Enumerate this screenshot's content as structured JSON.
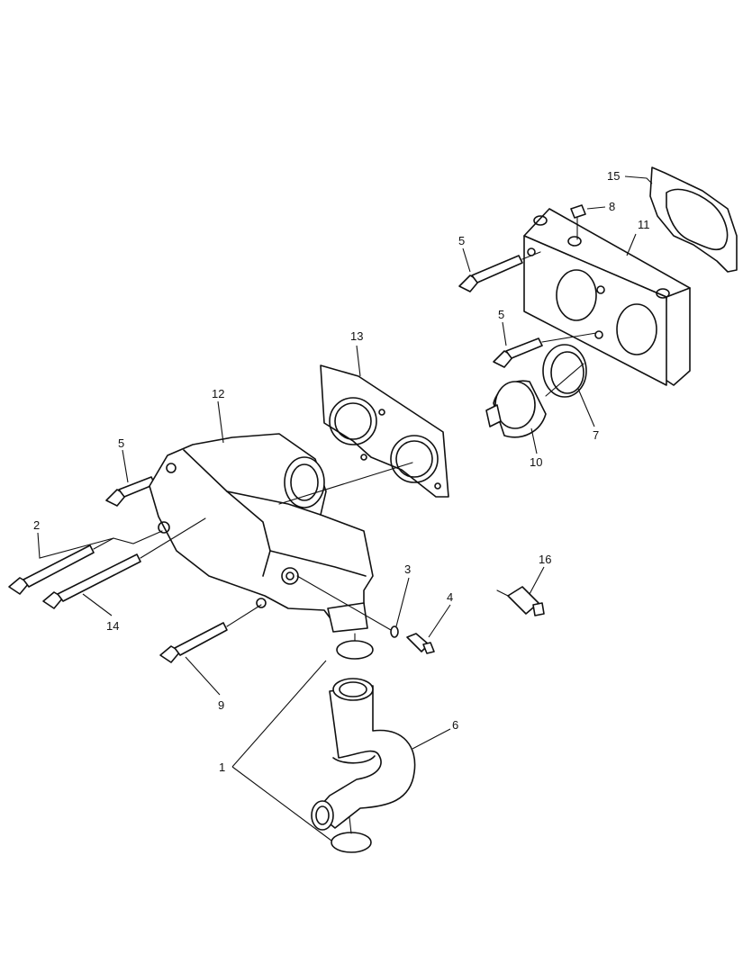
{
  "diagram": {
    "callouts": {
      "c1": "1",
      "c2": "2",
      "c3": "3",
      "c4": "4",
      "c5a": "5",
      "c5b": "5",
      "c5c": "5",
      "c6": "6",
      "c7": "7",
      "c8": "8",
      "c9": "9",
      "c10": "10",
      "c11": "11",
      "c12": "12",
      "c13": "13",
      "c14": "14",
      "c15": "15",
      "c16": "16"
    }
  }
}
